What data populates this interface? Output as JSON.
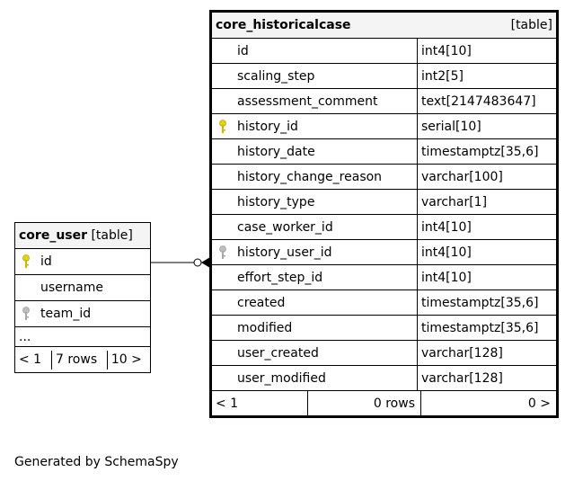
{
  "tables": {
    "core_user": {
      "name": "core_user",
      "kind": "[table]",
      "rows": [
        {
          "label": "id",
          "key": "primary"
        },
        {
          "label": "username",
          "key": "none"
        },
        {
          "label": "team_id",
          "key": "foreign"
        }
      ],
      "ellipsis": "...",
      "nav": {
        "prev": "< 1",
        "count": "7 rows",
        "next": "10 >"
      }
    },
    "core_historicalcase": {
      "name": "core_historicalcase",
      "kind": "[table]",
      "rows": [
        {
          "label": "id",
          "type": "int4[10]",
          "key": "none"
        },
        {
          "label": "scaling_step",
          "type": "int2[5]",
          "key": "none"
        },
        {
          "label": "assessment_comment",
          "type": "text[2147483647]",
          "key": "none"
        },
        {
          "label": "history_id",
          "type": "serial[10]",
          "key": "primary"
        },
        {
          "label": "history_date",
          "type": "timestamptz[35,6]",
          "key": "none"
        },
        {
          "label": "history_change_reason",
          "type": "varchar[100]",
          "key": "none"
        },
        {
          "label": "history_type",
          "type": "varchar[1]",
          "key": "none"
        },
        {
          "label": "case_worker_id",
          "type": "int4[10]",
          "key": "none"
        },
        {
          "label": "history_user_id",
          "type": "int4[10]",
          "key": "foreign"
        },
        {
          "label": "effort_step_id",
          "type": "int4[10]",
          "key": "none"
        },
        {
          "label": "created",
          "type": "timestamptz[35,6]",
          "key": "none"
        },
        {
          "label": "modified",
          "type": "timestamptz[35,6]",
          "key": "none"
        },
        {
          "label": "user_created",
          "type": "varchar[128]",
          "key": "none"
        },
        {
          "label": "user_modified",
          "type": "varchar[128]",
          "key": "none"
        }
      ],
      "nav": {
        "prev": "< 1",
        "count": "0 rows",
        "next": "0 >"
      }
    }
  },
  "colors": {
    "primary_key": "#e6d400",
    "foreign_key": "#a8a8a8",
    "header_bg": "#f4f4f4"
  },
  "icons": {
    "primary_key": "key-icon",
    "foreign_key": "key-icon"
  },
  "footer": "Generated by SchemaSpy"
}
